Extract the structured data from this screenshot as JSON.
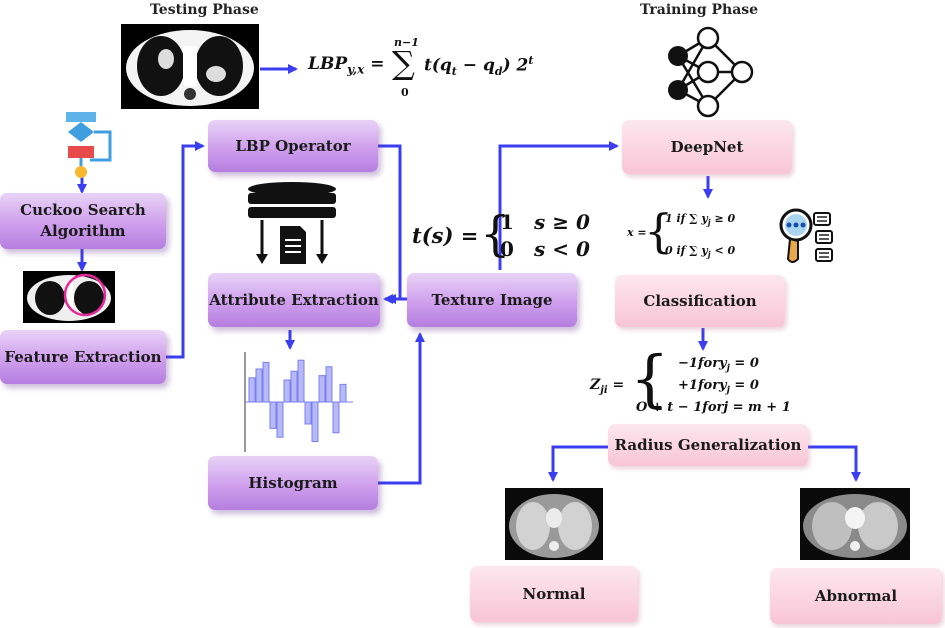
{
  "testing_phase_label": "Testing Phase",
  "training_phase_label": "Training Phase",
  "boxes": {
    "cuckoo_line1": "Cuckoo Search",
    "cuckoo_line2": "Algorithm",
    "feature_extraction": "Feature Extraction",
    "lbp_operator": "LBP Operator",
    "attribute_extraction": "Attribute Extraction",
    "histogram": "Histogram",
    "texture_image": "Texture Image",
    "deepnet": "DeepNet",
    "classification": "Classification",
    "radius_generalization": "Radius Generalization",
    "normal": "Normal",
    "abnormal": "Abnormal"
  },
  "formulas": {
    "lbp_lhs": "LBP",
    "lbp_sub": "y,x",
    "lbp_upper": "n−1",
    "lbp_lower": "0",
    "lbp_body": "t(q",
    "lbp_body_sub1": "t",
    "lbp_body_mid": " − q",
    "lbp_body_sub2": "d",
    "lbp_body_end": ") 2",
    "lbp_body_sup": "t",
    "ts_lhs": "t(s) =",
    "ts_row1_val": "1",
    "ts_row1_cond": "s ≥ 0",
    "ts_row2_val": "0",
    "ts_row2_cond": "s < 0",
    "x_lhs": "x =",
    "x_row1": "1   if ∑ y",
    "x_row1_sub": "j",
    "x_row1_end": " ≥ 0",
    "x_row2": "0   if ∑ y",
    "x_row2_sub": "j",
    "x_row2_end": " < 0",
    "z_lhs": "Z",
    "z_sub": "ji",
    "z_eq": " =",
    "z_row1": "−1fory",
    "z_row1_sub": "j",
    "z_row1_end": " = 0",
    "z_row2": "+1fory",
    "z_row2_sub": "j",
    "z_row2_end": " = 0",
    "z_row3": "O + t − 1forj = m + 1"
  },
  "icons": [
    "flowchart-icon",
    "database-document-icon",
    "neural-network-icon",
    "magnifier-analysis-icon"
  ],
  "colors": {
    "arrow": "#3a3df0",
    "purple_box": "#cf9fed",
    "pink_box": "#f8c5d6",
    "histogram": "#7b7ff0"
  },
  "histogram_bars": [
    0.55,
    0.75,
    0.9,
    -0.6,
    -0.8,
    0.5,
    0.7,
    0.95,
    -0.5,
    -0.9,
    0.6,
    0.8,
    -0.7,
    0.4
  ]
}
